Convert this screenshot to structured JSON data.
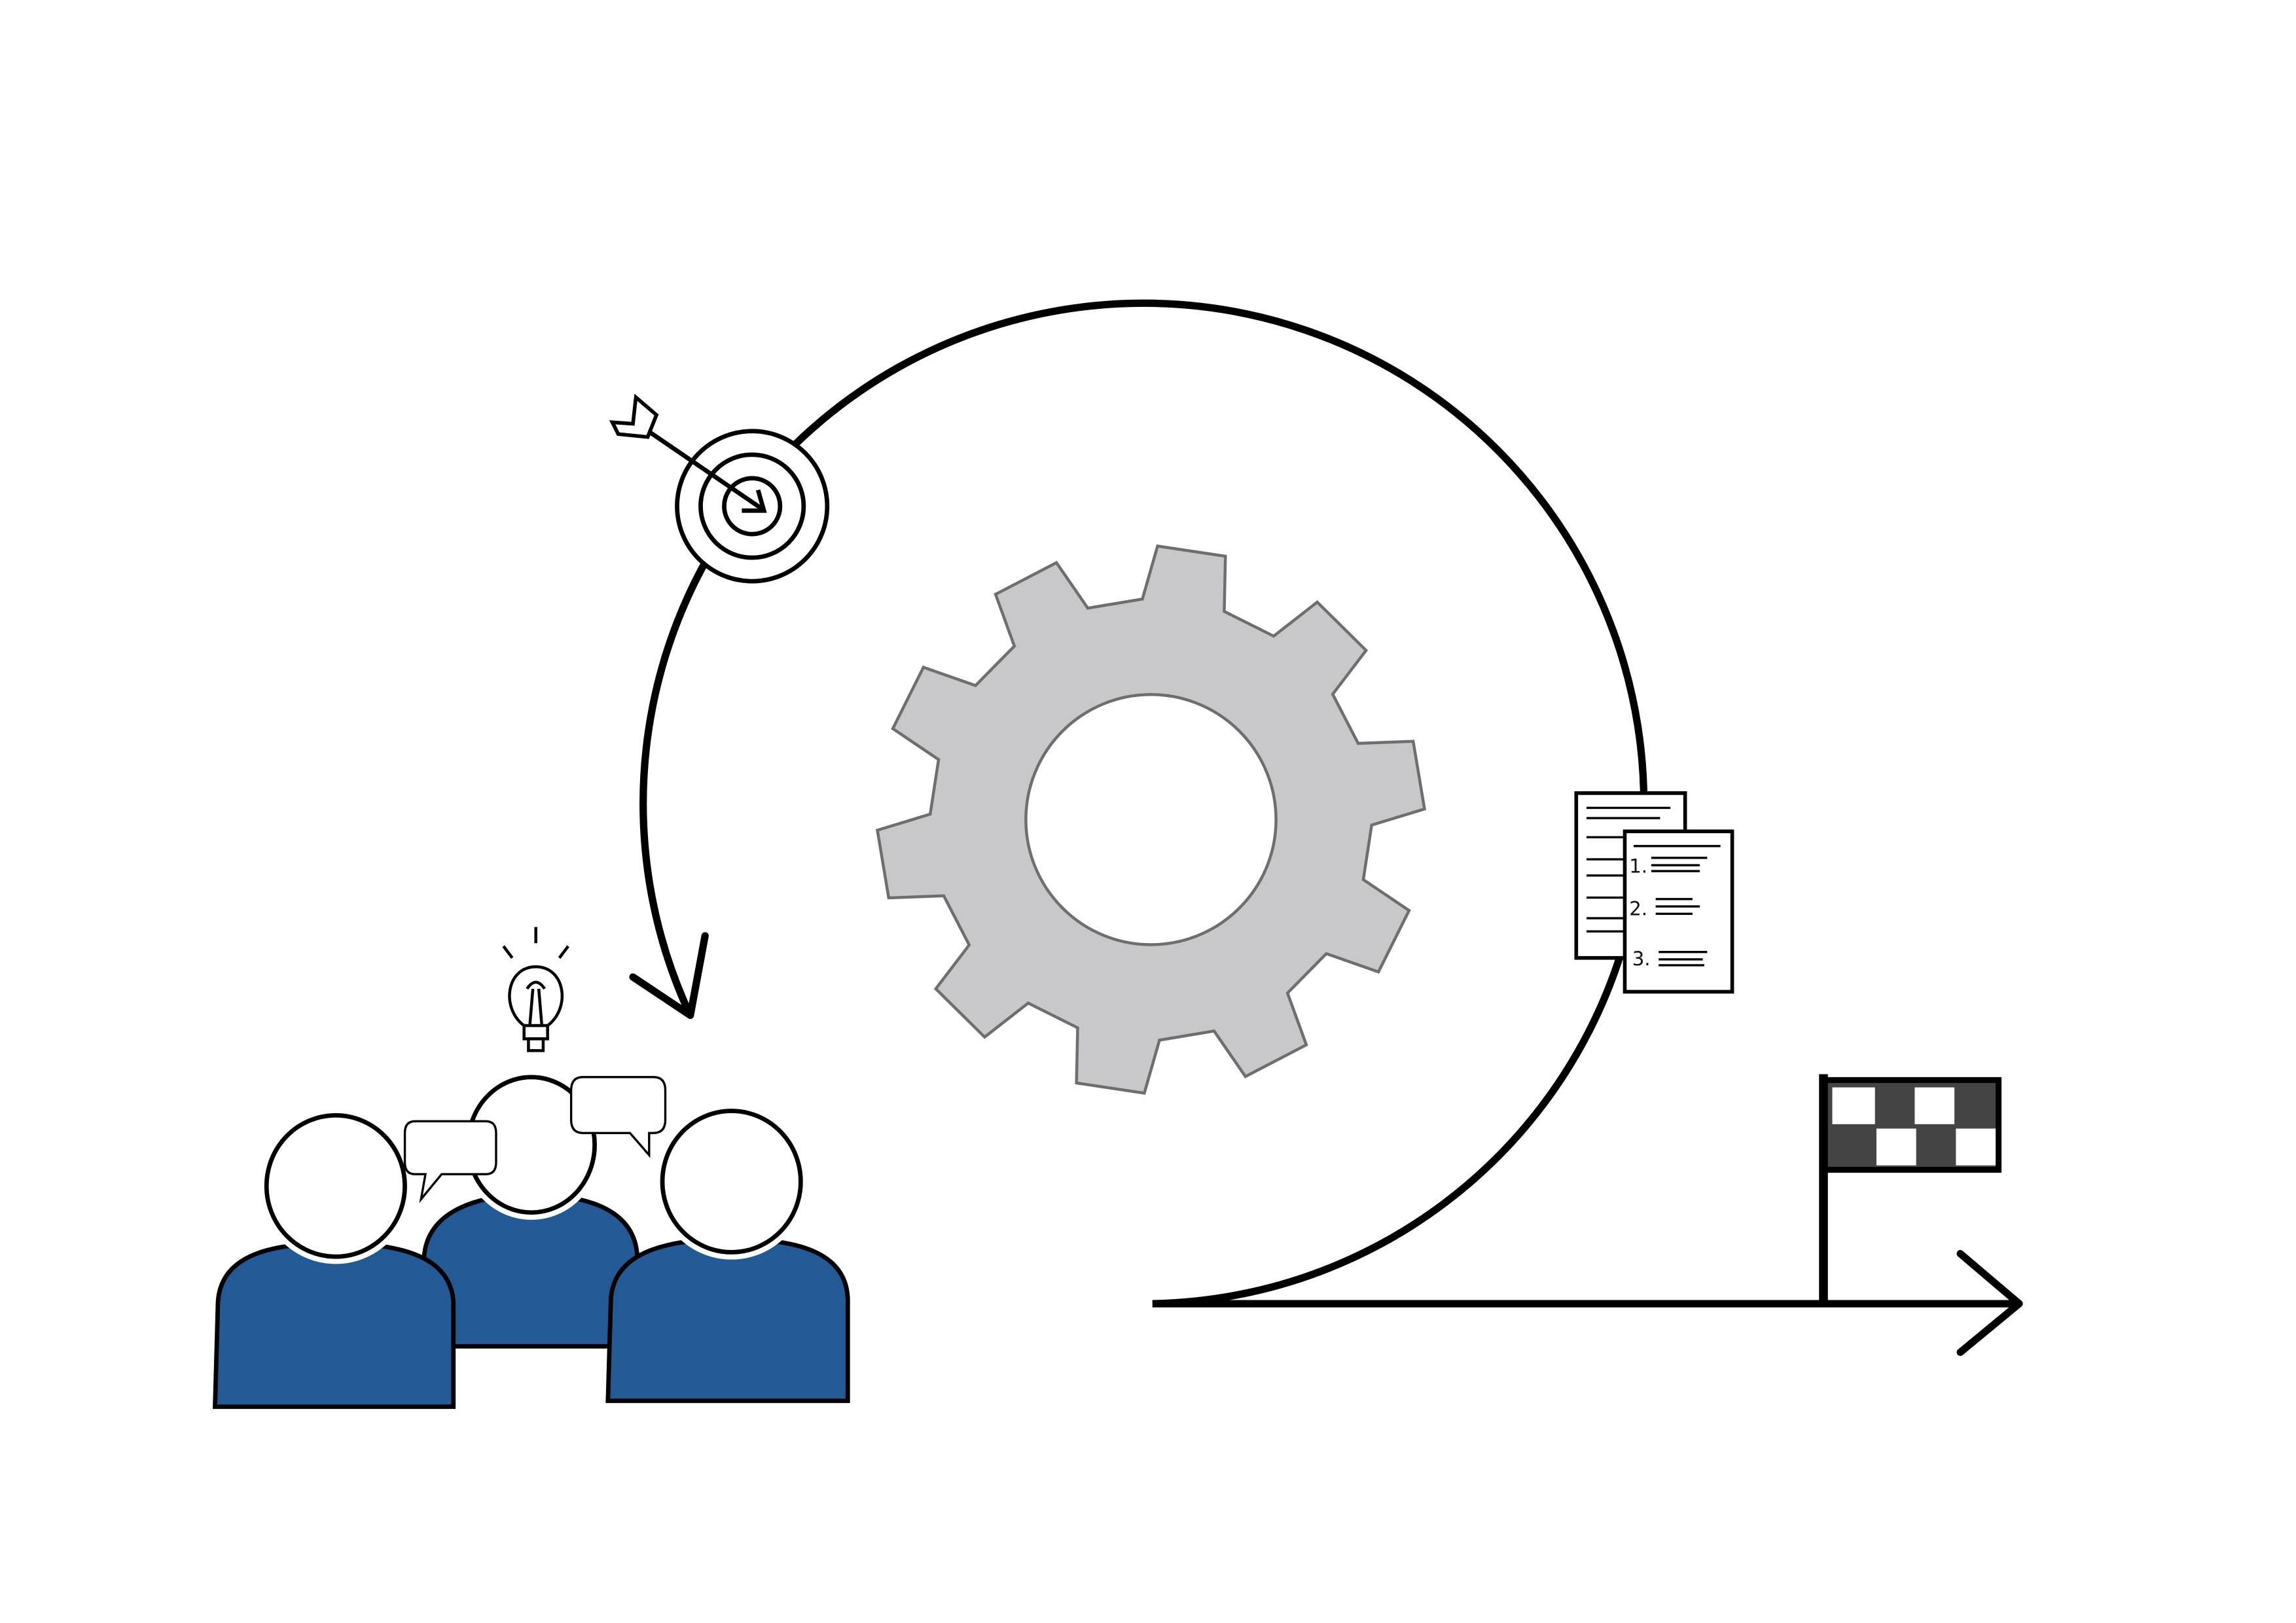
{
  "diagram": {
    "description_free": true,
    "list_document": {
      "items": [
        "1.",
        "2.",
        "3."
      ]
    },
    "colors": {
      "people_body": "#235a96",
      "gear_fill": "#c8c8ca",
      "gear_stroke": "#6e6e6e",
      "flag_dark": "#444444",
      "line": "#000000"
    },
    "gear": {
      "teeth": 10
    },
    "flag": {
      "rows": 2,
      "cols": 4
    }
  }
}
